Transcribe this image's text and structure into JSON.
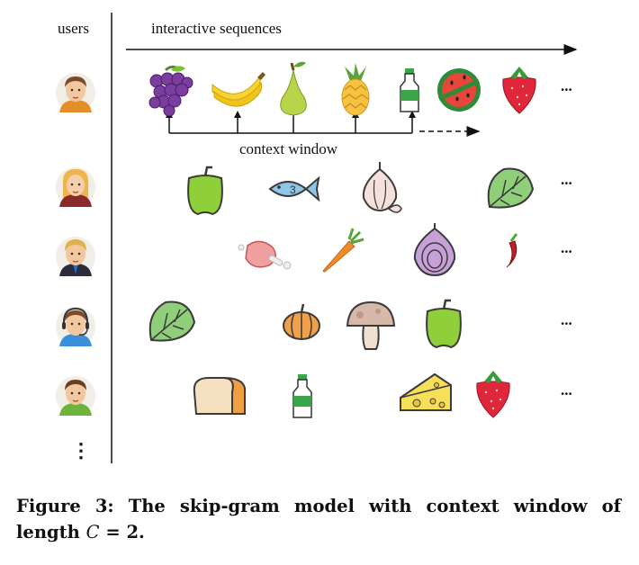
{
  "header": {
    "users_label": "users",
    "sequences_label": "interactive sequences",
    "context_window_label": "context window"
  },
  "rows": [
    {
      "user": "user-1",
      "items": [
        "grapes-icon",
        "banana-icon",
        "pear-icon",
        "pineapple-icon",
        "milk-bottle-icon",
        "watermelon-icon",
        "strawberry-icon"
      ],
      "trailing": "..."
    },
    {
      "user": "user-2",
      "items": [
        "bell-pepper-icon",
        "fish-icon",
        "garlic-icon",
        "lettuce-leaf-icon"
      ],
      "trailing": "..."
    },
    {
      "user": "user-3",
      "items": [
        "meat-icon",
        "carrot-icon",
        "onion-icon",
        "chili-icon"
      ],
      "trailing": "..."
    },
    {
      "user": "user-4",
      "items": [
        "lettuce-leaf-icon",
        "pumpkin-icon",
        "mushroom-icon",
        "bell-pepper-icon"
      ],
      "trailing": "..."
    },
    {
      "user": "user-5",
      "items": [
        "bread-icon",
        "milk-bottle-icon",
        "cheese-icon",
        "strawberry-icon"
      ],
      "trailing": "..."
    }
  ],
  "more_users": "⋮",
  "caption": {
    "text": "Figure 3: The skip-gram model with context window of length ",
    "math_var": "C",
    "math_rest": " = 2."
  }
}
